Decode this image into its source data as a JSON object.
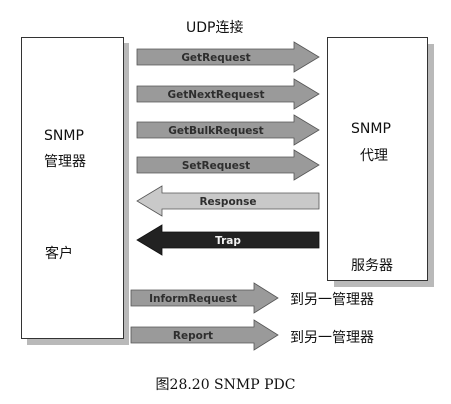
{
  "header": {
    "label": "UDP连接"
  },
  "manager": {
    "line1": "SNMP",
    "line2": "管理器",
    "client": "客户"
  },
  "agent": {
    "line1": "SNMP",
    "line2": "代理",
    "server": "服务器"
  },
  "messages": [
    {
      "label": "GetRequest",
      "direction": "right",
      "fill": "#9a9a9a",
      "text_color": "#2e2e2e"
    },
    {
      "label": "GetNextRequest",
      "direction": "right",
      "fill": "#9a9a9a",
      "text_color": "#2e2e2e"
    },
    {
      "label": "GetBulkRequest",
      "direction": "right",
      "fill": "#9a9a9a",
      "text_color": "#2e2e2e"
    },
    {
      "label": "SetRequest",
      "direction": "right",
      "fill": "#9a9a9a",
      "text_color": "#2e2e2e"
    },
    {
      "label": "Response",
      "direction": "left",
      "fill": "#c9c9c9",
      "text_color": "#2e2e2e"
    },
    {
      "label": "Trap",
      "direction": "left",
      "fill": "#222222",
      "text_color": "#f2f2f2"
    }
  ],
  "outgoing": [
    {
      "label": "InformRequest",
      "target": "到另一管理器",
      "fill": "#9a9a9a",
      "text_color": "#2e2e2e"
    },
    {
      "label": "Report",
      "target": "到另一管理器",
      "fill": "#9a9a9a",
      "text_color": "#2e2e2e"
    }
  ],
  "caption": "图28.20 SNMP PDC"
}
